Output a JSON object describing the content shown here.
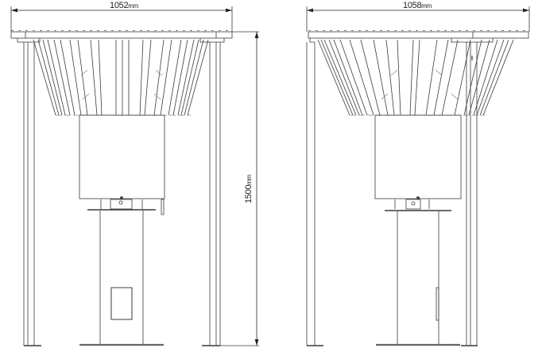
{
  "drawing": {
    "views": [
      {
        "id": "front-elevation",
        "width_dimension": {
          "value": "1052",
          "unit": "mm"
        },
        "height_dimension": {
          "value": "1500",
          "unit": "mm"
        },
        "features": [
          "top-plate",
          "louvered-shield",
          "enclosure-box",
          "mounting-bracket",
          "pedestal",
          "inspection-window",
          "base-plate",
          "support-posts"
        ]
      },
      {
        "id": "side-elevation",
        "width_dimension": {
          "value": "1058",
          "unit": "mm"
        },
        "features": [
          "top-plate",
          "louvered-shield",
          "enclosure-box",
          "mounting-bracket",
          "pedestal",
          "door-handle",
          "base-plate",
          "support-posts"
        ]
      }
    ],
    "colors": {
      "line": "#3a3a3a",
      "background": "#ffffff",
      "text": "#222222"
    }
  }
}
